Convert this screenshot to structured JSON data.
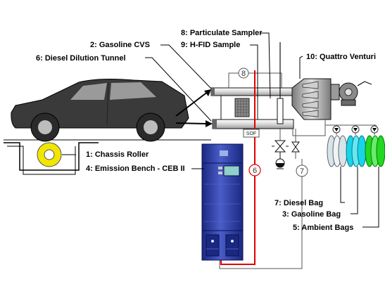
{
  "labels": {
    "chassis_roller": "1: Chassis Roller",
    "gasoline_cvs": "2: Gasoline CVS",
    "gasoline_bag": "3: Gasoline Bag",
    "emission_bench": "4: Emission Bench - CEB II",
    "ambient_bags": "5: Ambient Bags",
    "diesel_dilution_tunnel": "6: Diesel Dilution Tunnel",
    "diesel_bag": "7: Diesel Bag",
    "particulate_sampler": "8: Particulate Sampler",
    "hfid_sample": "9: H-FID Sample",
    "quattro_venturi": "10: Quattro Venturi"
  },
  "line_markers": {
    "line_6": "6",
    "line_7": "7",
    "line_8": "8"
  },
  "sof_tag": "SOF",
  "colors": {
    "car_body": "#3a3a3a",
    "roller": "#f2e600",
    "cabinet": "#2b3a9a",
    "heated_line": "#e00000",
    "gasoline_bag": "#19d4e6",
    "ambient_bag": "#22d822",
    "diesel_bag": "#d8e4ea"
  }
}
